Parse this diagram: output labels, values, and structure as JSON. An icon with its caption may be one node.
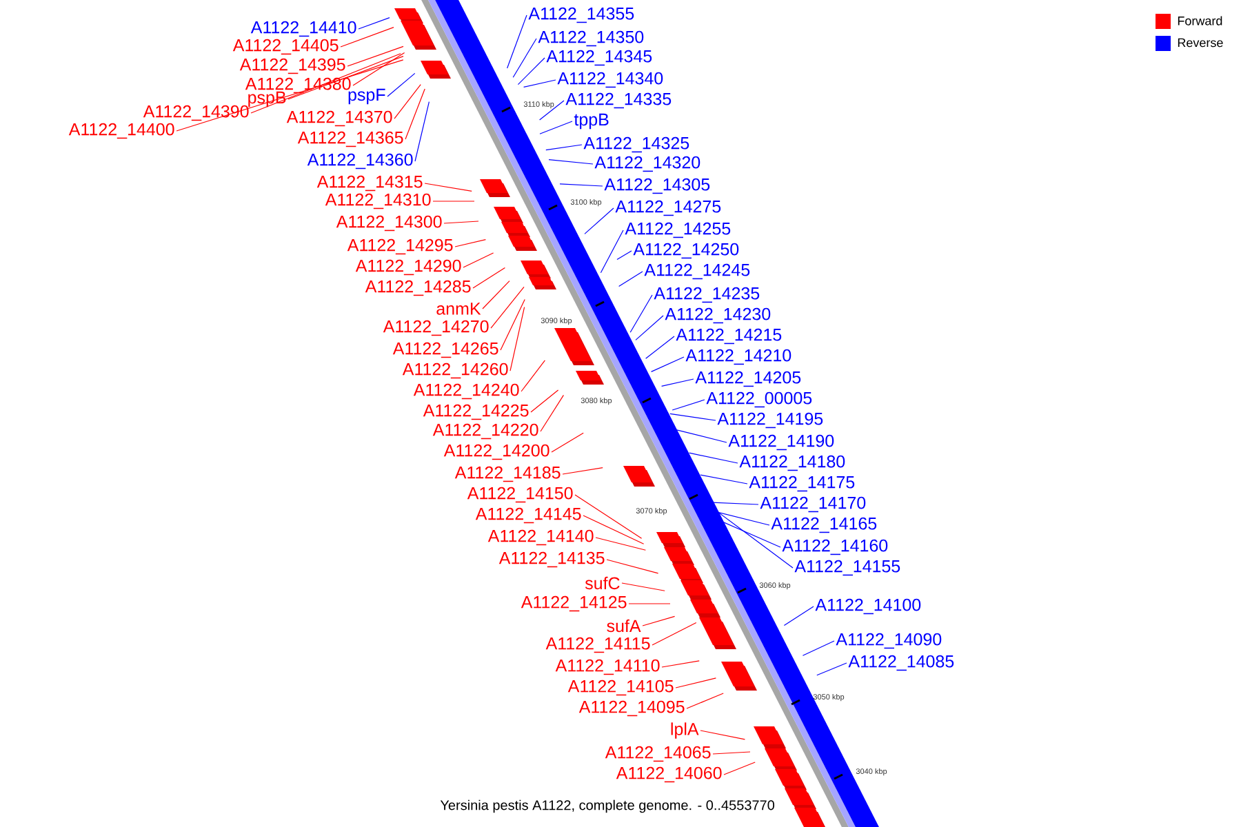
{
  "diagram": {
    "caption": "Yersinia pestis A1122, complete genome. - 0..4553770",
    "nodes": [
      {
        "text": [
          "A1122_14410"
        ]
      },
      {
        "text": [
          "A1122_14405"
        ]
      },
      {
        "text": [
          "A1122_14395"
        ]
      },
      {
        "text": [
          "A1122_14380"
        ]
      },
      {
        "text": [
          "pspB"
        ]
      },
      {
        "text": [
          "A1122_14390"
        ]
      },
      {
        "text": [
          "A1122_14400"
        ]
      },
      {
        "text": [
          "pspF"
        ]
      },
      {
        "text": [
          "A1122_14370"
        ]
      },
      {
        "text": [
          "A1122_14365"
        ]
      },
      {
        "text": [
          "A1122_14360"
        ]
      },
      {
        "text": [
          "A1122_14315"
        ]
      },
      {
        "text": [
          "A1122_14310"
        ]
      },
      {
        "text": [
          "A1122_14300"
        ]
      },
      {
        "text": [
          "A1122_14295"
        ]
      },
      {
        "text": [
          "A1122_14290"
        ]
      },
      {
        "text": [
          "A1122_14285"
        ]
      },
      {
        "text": [
          "anmK"
        ]
      },
      {
        "text": [
          "A1122_14270"
        ]
      },
      {
        "text": [
          "A1122_14265"
        ]
      },
      {
        "text": [
          "A1122_14260"
        ]
      },
      {
        "text": [
          "A1122_14240"
        ]
      },
      {
        "text": [
          "A1122_14225"
        ]
      },
      {
        "text": [
          "A1122_14220"
        ]
      },
      {
        "text": [
          "A1122_14200"
        ]
      },
      {
        "text": [
          "A1122_14185"
        ]
      },
      {
        "text": [
          "A1122_14150"
        ]
      },
      {
        "text": [
          "A1122_14145"
        ]
      },
      {
        "text": [
          "A1122_14140"
        ]
      },
      {
        "text": [
          "A1122_14135"
        ]
      },
      {
        "text": [
          "sufC"
        ]
      },
      {
        "text": [
          "A1122_14125"
        ]
      },
      {
        "text": [
          "sufA"
        ]
      },
      {
        "text": [
          "A1122_14115"
        ]
      },
      {
        "text": [
          "A1122_14110"
        ]
      },
      {
        "text": [
          "A1122_14105"
        ]
      },
      {
        "text": [
          "A1122_14095"
        ]
      },
      {
        "text": [
          "lplA"
        ]
      },
      {
        "text": [
          "A1122_14065"
        ]
      },
      {
        "text": [
          "A1122_14060"
        ]
      },
      {
        "text": [
          "A1122_14355"
        ]
      },
      {
        "text": [
          "A1122_14350"
        ]
      },
      {
        "text": [
          "A1122_14345"
        ]
      },
      {
        "text": [
          "A1122_14340"
        ]
      },
      {
        "text": [
          "A1122_14335"
        ]
      },
      {
        "text": [
          "tppB"
        ]
      },
      {
        "text": [
          "A1122_14325"
        ]
      },
      {
        "text": [
          "A1122_14320"
        ]
      },
      {
        "text": [
          "A1122_14305"
        ]
      },
      {
        "text": [
          "A1122_14275"
        ]
      },
      {
        "text": [
          "A1122_14255"
        ]
      },
      {
        "text": [
          "A1122_14250"
        ]
      },
      {
        "text": [
          "A1122_14245"
        ]
      },
      {
        "text": [
          "A1122_14235"
        ]
      },
      {
        "text": [
          "A1122_14230"
        ]
      },
      {
        "text": [
          "A1122_14215"
        ]
      },
      {
        "text": [
          "A1122_14210"
        ]
      },
      {
        "text": [
          "A1122_14205"
        ]
      },
      {
        "text": [
          "A1122_00005"
        ]
      },
      {
        "text": [
          "A1122_14195"
        ]
      },
      {
        "text": [
          "A1122_14190"
        ]
      },
      {
        "text": [
          "A1122_14180"
        ]
      },
      {
        "text": [
          "A1122_14175"
        ]
      },
      {
        "text": [
          "A1122_14170"
        ]
      },
      {
        "text": [
          "A1122_14165"
        ]
      },
      {
        "text": [
          "A1122_14160"
        ]
      },
      {
        "text": [
          "A1122_14155"
        ]
      },
      {
        "text": [
          "A1122_14100"
        ]
      },
      {
        "text": [
          "A1122_14090"
        ]
      },
      {
        "text": [
          "A1122_14085"
        ]
      }
    ],
    "edges": [
      {
        "from": 0,
        "to": null,
        "arrow": "none",
        "color": "#0000ff"
      },
      {
        "from": 1,
        "to": null,
        "arrow": "none"
      },
      {
        "from": 2,
        "to": null,
        "arrow": "none"
      },
      {
        "from": 3,
        "to": null,
        "arrow": "none"
      },
      {
        "from": 4,
        "to": null,
        "arrow": "none"
      },
      {
        "from": 5,
        "to": null,
        "arrow": "none"
      },
      {
        "from": 6,
        "to": null,
        "arrow": "none"
      },
      {
        "from": 7,
        "to": null,
        "arrow": "none",
        "color": "#0000ff"
      },
      {
        "from": 8,
        "to": null,
        "arrow": "none"
      },
      {
        "from": 9,
        "to": null,
        "arrow": "none"
      },
      {
        "from": 10,
        "to": null,
        "arrow": "none",
        "color": "#0000ff"
      },
      {
        "from": 11,
        "to": null,
        "arrow": "none"
      },
      {
        "from": 12,
        "to": null,
        "arrow": "none"
      },
      {
        "from": 13,
        "to": null,
        "arrow": "none"
      },
      {
        "from": 14,
        "to": null,
        "arrow": "none"
      },
      {
        "from": 15,
        "to": null,
        "arrow": "none"
      },
      {
        "from": 16,
        "to": null,
        "arrow": "none"
      },
      {
        "from": 17,
        "to": null,
        "arrow": "none"
      },
      {
        "from": 18,
        "to": null,
        "arrow": "none"
      },
      {
        "from": 19,
        "to": null,
        "arrow": "none"
      },
      {
        "from": 20,
        "to": null,
        "arrow": "none"
      },
      {
        "from": 21,
        "to": null,
        "arrow": "none"
      },
      {
        "from": 22,
        "to": null,
        "arrow": "none"
      },
      {
        "from": 23,
        "to": null,
        "arrow": "none"
      },
      {
        "from": 24,
        "to": null,
        "arrow": "none"
      },
      {
        "from": 25,
        "to": null,
        "arrow": "none"
      },
      {
        "from": 26,
        "to": null,
        "arrow": "none"
      },
      {
        "from": 27,
        "to": null,
        "arrow": "none"
      },
      {
        "from": 28,
        "to": null,
        "arrow": "none"
      },
      {
        "from": 29,
        "to": null,
        "arrow": "none"
      },
      {
        "from": 30,
        "to": null,
        "arrow": "none"
      },
      {
        "from": 31,
        "to": null,
        "arrow": "none"
      },
      {
        "from": 32,
        "to": null,
        "arrow": "none"
      },
      {
        "from": 33,
        "to": null,
        "arrow": "none"
      },
      {
        "from": 34,
        "to": null,
        "arrow": "none"
      },
      {
        "from": 35,
        "to": null,
        "arrow": "none"
      },
      {
        "from": 36,
        "to": null,
        "arrow": "none"
      },
      {
        "from": 37,
        "to": null,
        "arrow": "none"
      },
      {
        "from": 38,
        "to": null,
        "arrow": "none"
      },
      {
        "from": 39,
        "to": null,
        "arrow": "none"
      },
      {
        "from": 40,
        "to": null,
        "arrow": "none",
        "color": "#0000ff"
      },
      {
        "from": 41,
        "to": null,
        "arrow": "none",
        "color": "#0000ff"
      },
      {
        "from": 42,
        "to": null,
        "arrow": "none",
        "color": "#0000ff"
      },
      {
        "from": 43,
        "to": null,
        "arrow": "none",
        "color": "#0000ff"
      },
      {
        "from": 44,
        "to": null,
        "arrow": "none",
        "color": "#0000ff"
      },
      {
        "from": 45,
        "to": null,
        "arrow": "none",
        "color": "#0000ff"
      },
      {
        "from": 46,
        "to": null,
        "arrow": "none",
        "color": "#0000ff"
      },
      {
        "from": 47,
        "to": null,
        "arrow": "none",
        "color": "#0000ff"
      },
      {
        "from": 48,
        "to": null,
        "arrow": "none",
        "color": "#0000ff"
      },
      {
        "from": 49,
        "to": null,
        "arrow": "none",
        "color": "#0000ff"
      },
      {
        "from": 50,
        "to": null,
        "arrow": "none",
        "color": "#0000ff"
      },
      {
        "from": 51,
        "to": null,
        "arrow": "none",
        "color": "#0000ff"
      },
      {
        "from": 52,
        "to": null,
        "arrow": "none",
        "color": "#0000ff"
      },
      {
        "from": 53,
        "to": null,
        "arrow": "none",
        "color": "#0000ff"
      },
      {
        "from": 54,
        "to": null,
        "arrow": "none",
        "color": "#0000ff"
      },
      {
        "from": 55,
        "to": null,
        "arrow": "none",
        "color": "#0000ff"
      },
      {
        "from": 56,
        "to": null,
        "arrow": "none",
        "color": "#0000ff"
      },
      {
        "from": 57,
        "to": null,
        "arrow": "none",
        "color": "#0000ff"
      },
      {
        "from": 58,
        "to": null,
        "arrow": "none",
        "color": "#0000ff"
      },
      {
        "from": 59,
        "to": null,
        "arrow": "none",
        "color": "#0000ff"
      },
      {
        "from": 60,
        "to": null,
        "arrow": "none",
        "color": "#0000ff"
      },
      {
        "from": 61,
        "to": null,
        "arrow": "none",
        "color": "#0000ff"
      },
      {
        "from": 62,
        "to": null,
        "arrow": "none",
        "color": "#0000ff"
      },
      {
        "from": 63,
        "to": null,
        "arrow": "none",
        "color": "#0000ff"
      },
      {
        "from": 64,
        "to": null,
        "arrow": "none",
        "color": "#0000ff"
      },
      {
        "from": 65,
        "to": null,
        "arrow": "none",
        "color": "#0000ff"
      },
      {
        "from": 66,
        "to": null,
        "arrow": "none",
        "color": "#0000ff"
      },
      {
        "from": 67,
        "to": null,
        "arrow": "none",
        "color": "#0000ff"
      },
      {
        "from": 68,
        "to": null,
        "arrow": "none",
        "color": "#0000ff"
      },
      {
        "from": 69,
        "to": null,
        "arrow": "none",
        "color": "#0000ff"
      }
    ],
    "labels": [
      "3110 kbp",
      "3100 kbp",
      "3090 kbp",
      "3080 kbp",
      "3070 kbp",
      "3060 kbp",
      "3050 kbp",
      "3040 kbp"
    ],
    "legend": [
      {
        "text": "Forward",
        "color": "#ff0000"
      },
      {
        "text": "Reverse",
        "color": "#0000ff"
      }
    ]
  }
}
